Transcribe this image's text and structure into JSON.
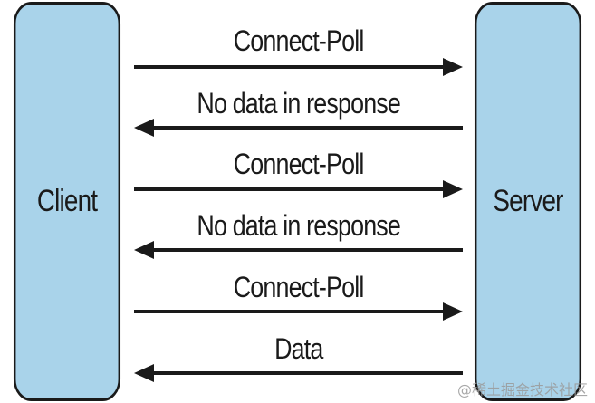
{
  "nodes": {
    "client": {
      "label": "Client",
      "fill": "#a9d3ea"
    },
    "server": {
      "label": "Server",
      "fill": "#a9d3ea"
    }
  },
  "messages": [
    {
      "label": "Connect-Poll",
      "direction": "client-to-server"
    },
    {
      "label": "No data in response",
      "direction": "server-to-client"
    },
    {
      "label": "Connect-Poll",
      "direction": "client-to-server"
    },
    {
      "label": "No data in response",
      "direction": "server-to-client"
    },
    {
      "label": "Connect-Poll",
      "direction": "client-to-server"
    },
    {
      "label": "Data",
      "direction": "server-to-client"
    }
  ],
  "colors": {
    "stroke": "#1a1a1a",
    "box_fill": "#a9d3ea"
  },
  "watermark": "@稀土掘金技术社区"
}
